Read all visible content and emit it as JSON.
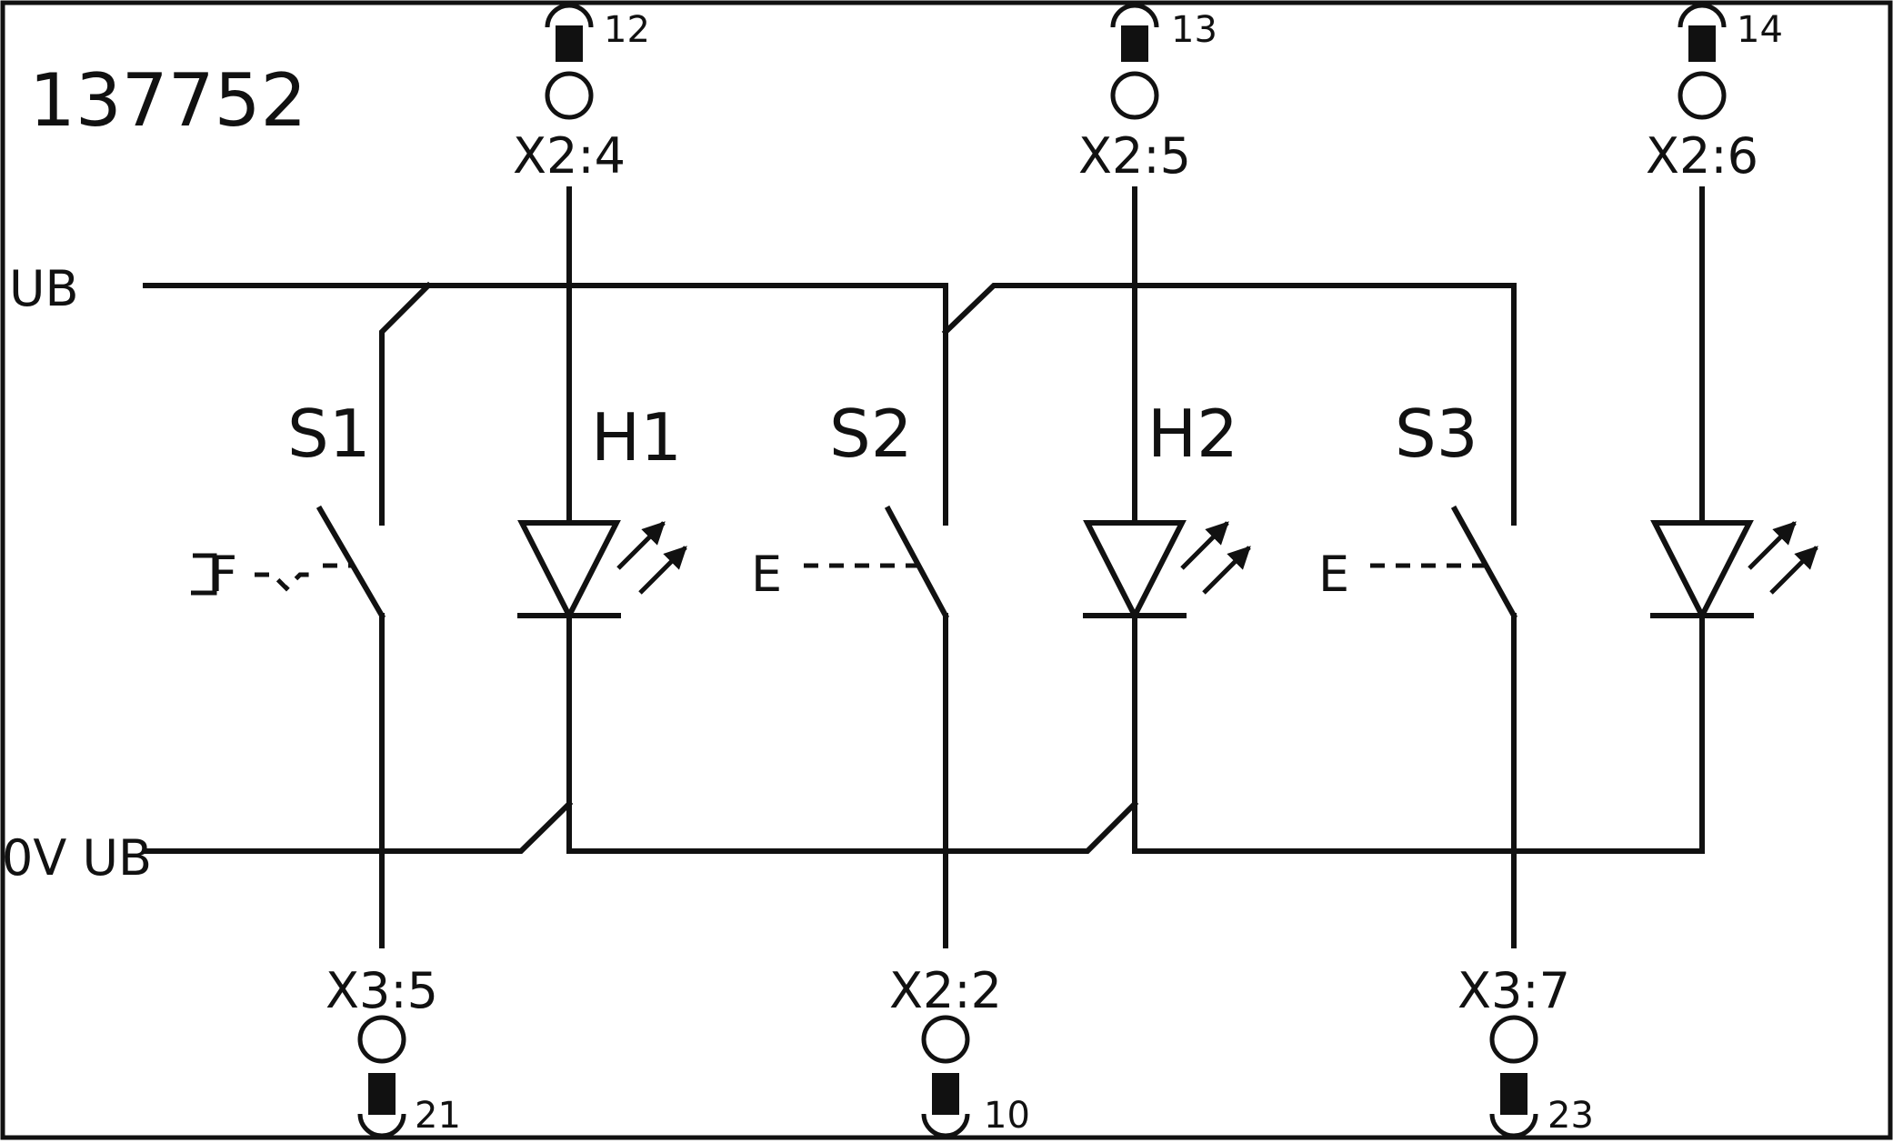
{
  "diagram": {
    "id": "137752",
    "rails": {
      "supply": "UB",
      "ground": "0V UB"
    },
    "switches": [
      {
        "label": "S1",
        "actuator": "F"
      },
      {
        "label": "S2",
        "actuator": "E"
      },
      {
        "label": "S3",
        "actuator": "E"
      }
    ],
    "leds": [
      {
        "label": "H1"
      },
      {
        "label": "H2"
      },
      {
        "label": ""
      }
    ],
    "top_terminals": [
      {
        "label": "X2:4",
        "pin": "12"
      },
      {
        "label": "X2:5",
        "pin": "13"
      },
      {
        "label": "X2:6",
        "pin": "14"
      }
    ],
    "bottom_terminals": [
      {
        "label": "X3:5",
        "pin": "21"
      },
      {
        "label": "X2:2",
        "pin": "10"
      },
      {
        "label": "X3:7",
        "pin": "23"
      }
    ]
  }
}
